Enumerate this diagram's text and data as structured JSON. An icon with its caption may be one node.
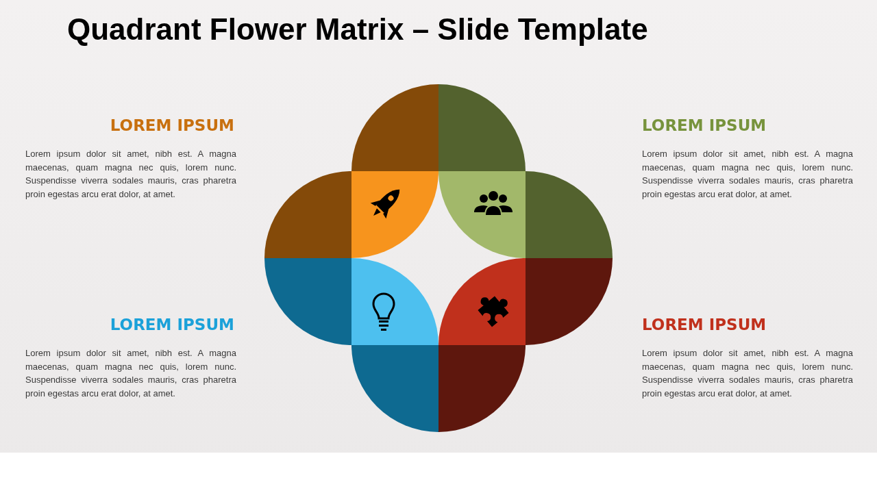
{
  "diagram": {
    "title": "Quadrant Flower Matrix – Slide Template",
    "labels": [
      "LOREM IPSUM",
      "Lorem ipsum dolor sit amet, nibh est. A magna maecenas, quam magna nec quis, lorem nunc. Suspendisse viverra sodales mauris, cras pharetra proin egestas arcu erat dolor, at amet.",
      "LOREM IPSUM",
      "Lorem ipsum dolor sit amet, nibh est. A magna maecenas, quam magna nec quis, lorem nunc. Suspendisse viverra sodales mauris, cras pharetra proin egestas arcu erat dolor, at amet.",
      "LOREM IPSUM",
      "Lorem ipsum dolor sit amet, nibh est. A magna maecenas, quam magna nec quis, lorem nunc. Suspendisse viverra sodales mauris, cras pharetra proin egestas arcu erat dolor, at amet.",
      "LOREM IPSUM",
      "Lorem ipsum dolor sit amet, nibh est. A magna maecenas, quam magna nec quis, lorem nunc. Suspendisse viverra sodales mauris, cras pharetra proin egestas arcu erat dolor, at amet."
    ]
  }
}
